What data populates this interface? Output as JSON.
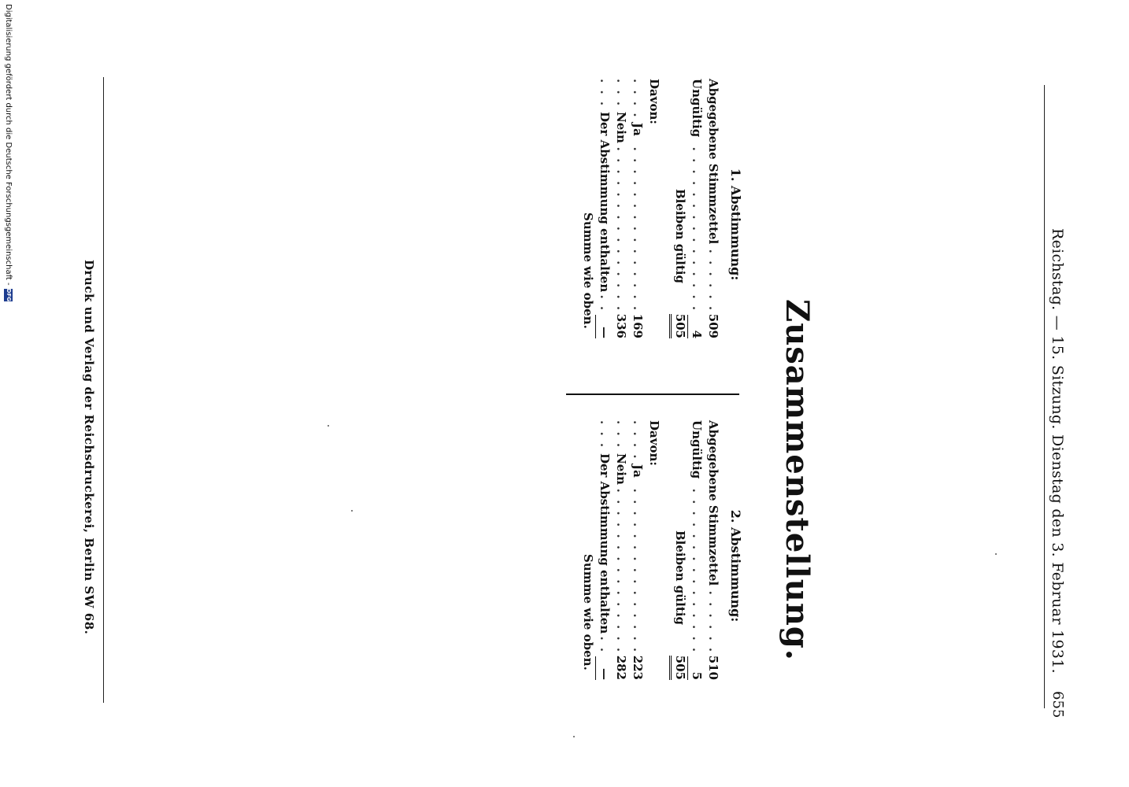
{
  "header": {
    "title": "Reichstag. — 15. Sitzung. Dienstag den 3. Februar 1931.",
    "page_number": "655"
  },
  "main_title": "Zusammenstellung.",
  "blocks": [
    {
      "heading": "1. Abstimmung:",
      "abgegeben_label": "Abgegebene Stimmzettel",
      "abgegeben_value": "509",
      "ungueltig_label": "Ungültig",
      "ungueltig_value": "4",
      "gueltig_label": "Bleiben gültig",
      "gueltig_value": "505",
      "davon_label": "Davon:",
      "ja_label": "Ja",
      "ja_value": "169",
      "nein_label": "Nein",
      "nein_value": "336",
      "enthalten_label": "Der Abstimmung enthalten",
      "enthalten_value": "—",
      "summe_label": "Summe wie oben."
    },
    {
      "heading": "2. Abstimmung:",
      "abgegeben_label": "Abgegebene Stimmzettel",
      "abgegeben_value": "510",
      "ungueltig_label": "Ungültig",
      "ungueltig_value": "5",
      "gueltig_label": "Bleiben gültig",
      "gueltig_value": "505",
      "davon_label": "Davon:",
      "ja_label": "Ja",
      "ja_value": "223",
      "nein_label": "Nein",
      "nein_value": "282",
      "enthalten_label": "Der Abstimmung enthalten",
      "enthalten_value": "—",
      "summe_label": "Summe wie oben."
    }
  ],
  "footer": {
    "imprint": "Druck und Verlag der Reichsdruckerei, Berlin SW 68."
  },
  "scan_note": {
    "text": "Digitalisierung gefördert durch die Deutsche Forschungsgemeinschaft -",
    "logo": "DFG"
  }
}
